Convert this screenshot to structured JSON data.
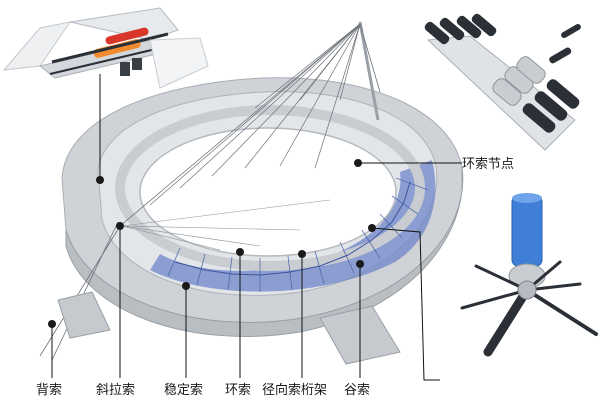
{
  "labels": {
    "ring_node": "环索节点",
    "back_cable": "背索",
    "stay_cable": "斜拉索",
    "stabilizing_cable": "稳定索",
    "ring_cable": "环索",
    "radial_truss": "径向索桁架",
    "valley_cable": "谷索"
  },
  "colors": {
    "concrete": "#d9dcdf",
    "concrete_shade": "#b9bec3",
    "roof_blue": "#6f86c8",
    "node_blue": "#3f7fd8",
    "cable_dark": "#2b2f36",
    "tube_orange": "#f08a2c",
    "tube_red": "#d9362b",
    "leader": "#111111"
  }
}
